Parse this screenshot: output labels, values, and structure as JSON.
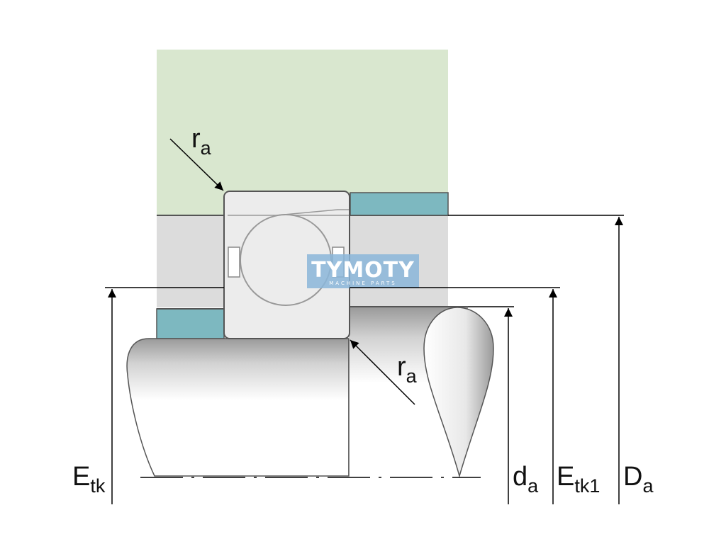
{
  "colors": {
    "housing": "#d9e7cf",
    "shaft_band": "#dcdcdc",
    "spacer_ring": "#7db8c0",
    "bearing_fill": "#ececec",
    "outline": "#555555",
    "dimension_line": "#000000",
    "watermark": "#8bb6d9"
  },
  "labels": {
    "ra_top": {
      "main": "r",
      "sub": "a"
    },
    "ra_bottom": {
      "main": "r",
      "sub": "a"
    },
    "etk": {
      "main": "E",
      "sub": "tk"
    },
    "da_small": {
      "main": "d",
      "sub": "a"
    },
    "etk1": {
      "main": "E",
      "sub": "tk1"
    },
    "Da": {
      "main": "D",
      "sub": "a"
    }
  },
  "watermark": {
    "name": "TYMOTY",
    "tagline": "MACHINE PARTS"
  }
}
